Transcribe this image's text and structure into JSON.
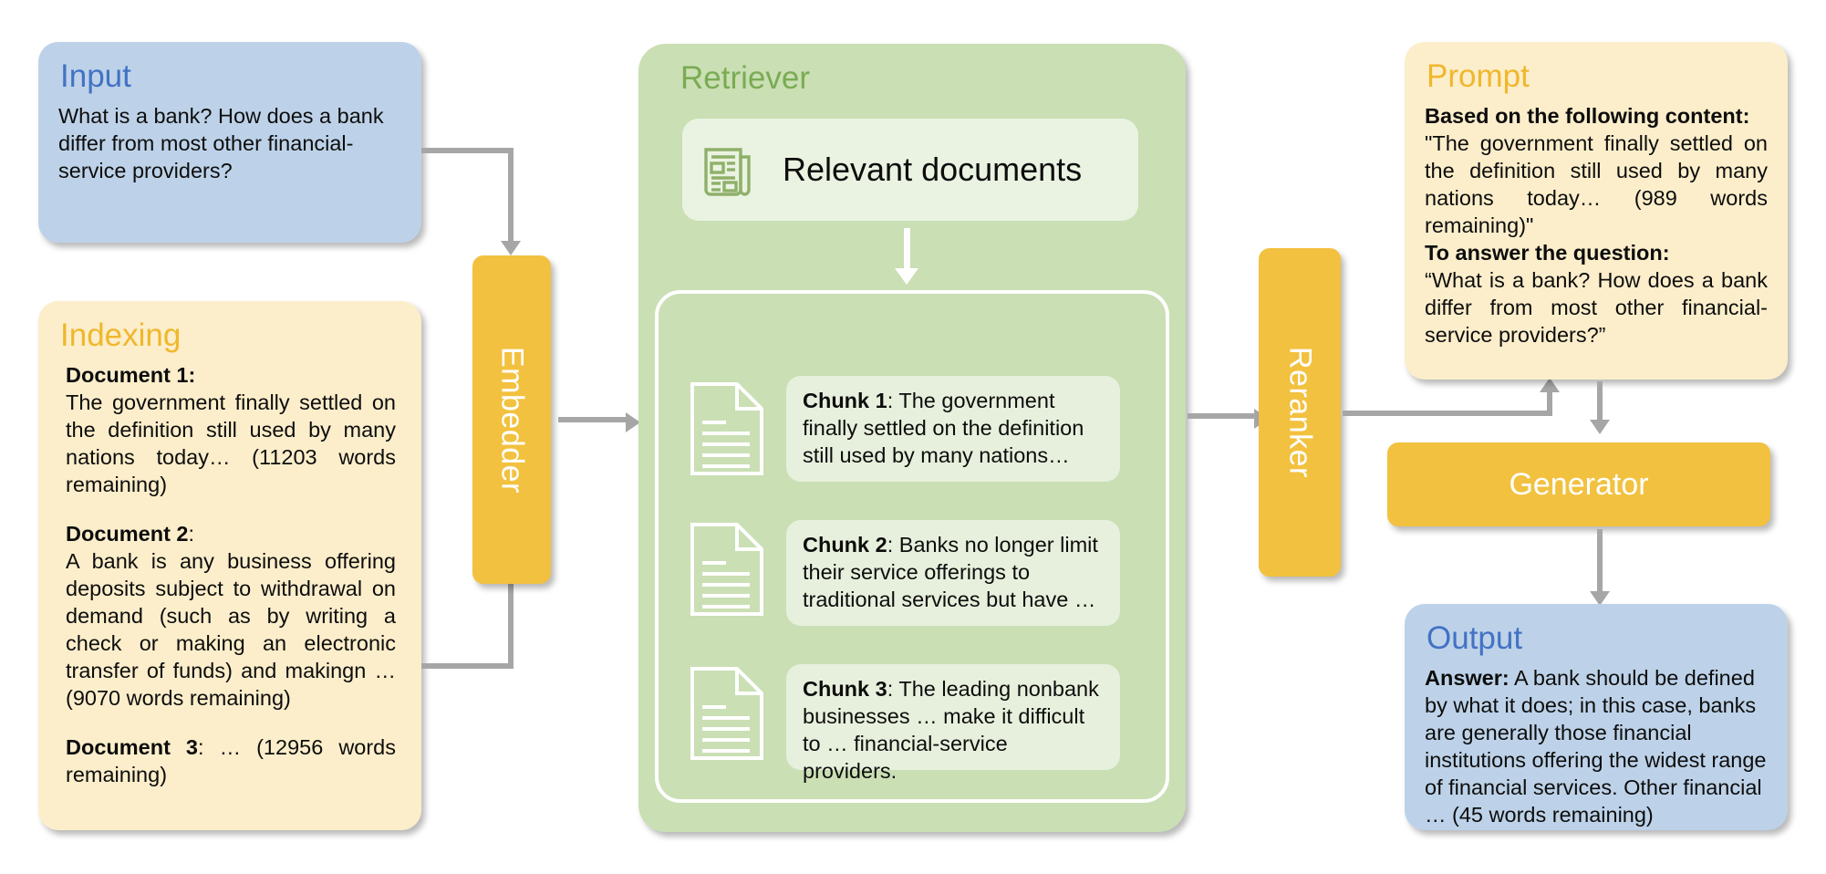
{
  "diagram": {
    "title": "Retrieval-Augmented Generation pipeline",
    "colors": {
      "input_blue": "#bdd2e8",
      "cream": "#fceecb",
      "green": "#cadfb4",
      "process_yellow": "#f2c13f",
      "connector_gray": "#a6a6a6",
      "title_blue": "#4372c4",
      "title_gold": "#f0b72c",
      "title_green": "#7aab54"
    }
  },
  "input": {
    "title": "Input",
    "text": "What is a bank? How does a bank differ from most other financial-service providers?"
  },
  "indexing": {
    "title": "Indexing",
    "documents": [
      {
        "label": "Document 1:",
        "text": "The government finally settled on the definition still used by many nations today… (11203 words remaining)"
      },
      {
        "label": "Document 2",
        "label_suffix": ":",
        "text": "A bank is any business offering deposits subject to withdrawal on demand (such as by writing a check or making an electronic transfer of funds) and makingn … (9070 words remaining)"
      },
      {
        "label": "Document  3",
        "label_suffix": ":",
        "text": "… (12956 words remaining)"
      }
    ]
  },
  "embedder": {
    "label": "Embedder"
  },
  "retriever": {
    "title": "Retriever",
    "relevant_documents_label": "Relevant documents",
    "relevant_documents_icon": "newspaper-icon",
    "chunks": [
      {
        "label": "Chunk 1",
        "separator": ": ",
        "text": "The government finally settled on the definition still used by many nations…",
        "icon": "document-icon"
      },
      {
        "label": "Chunk 2",
        "separator": ": ",
        "text": "Banks no longer limit their service offerings to traditional services but have …",
        "icon": "document-icon"
      },
      {
        "label": "Chunk 3",
        "separator": ": ",
        "text": "The leading nonbank businesses … make it difficult to … financial-service providers.",
        "icon": "document-icon"
      }
    ]
  },
  "reranker": {
    "label": "Reranker"
  },
  "prompt": {
    "title": "Prompt",
    "content_heading": "Based on the following content:",
    "content_text": "\"The government finally settled on the definition still used by many nations today… (989 words remaining)\"",
    "question_heading": "To answer the question:",
    "question_text": "“What is a bank? How does a bank differ from most other financial-service providers?”"
  },
  "generator": {
    "label": "Generator"
  },
  "output": {
    "title": "Output",
    "answer_label": "Answer:",
    "answer_text": " A bank should be defined by what it does; in this case, banks are generally those financial institutions offering the widest range of financial services. Other financial … (45 words remaining)"
  }
}
